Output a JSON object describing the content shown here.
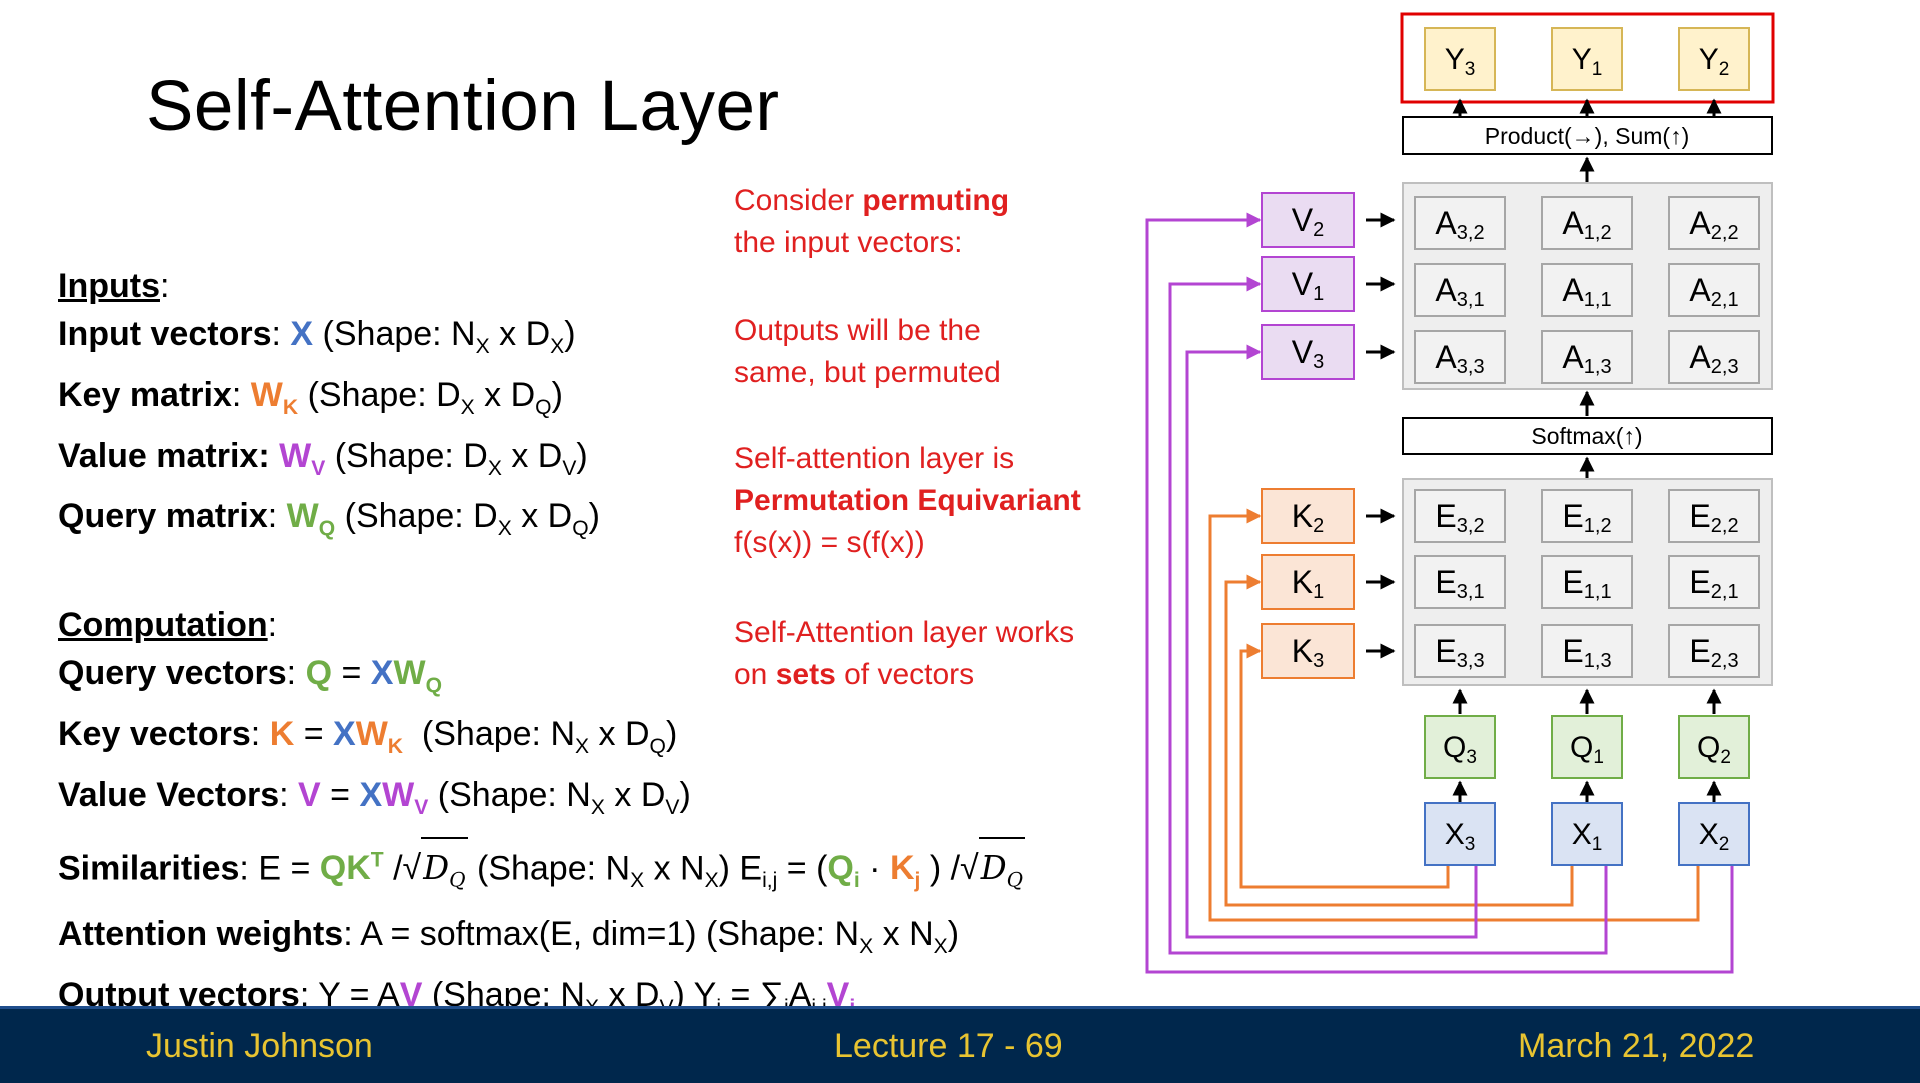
{
  "slide": {
    "title": "Self-Attention Layer"
  },
  "inputs": {
    "heading": "Inputs",
    "input_vectors": {
      "label": "Input vectors",
      "sym": "X",
      "shape_pre": "(Shape: N",
      "s1": "X",
      "mid": " x D",
      "s2": "X",
      "post": ")"
    },
    "key_matrix": {
      "label": "Key matrix",
      "sym": "W",
      "sub": "K",
      "shape_pre": "(Shape: D",
      "s1": "X",
      "mid": " x D",
      "s2": "Q",
      "post": ")"
    },
    "value_matrix": {
      "label": "Value matrix:",
      "sym": "W",
      "sub": "V",
      "shape_pre": "(Shape: D",
      "s1": "X",
      "mid": " x D",
      "s2": "V",
      "post": ")"
    },
    "query_matrix": {
      "label": "Query matrix",
      "sym": "W",
      "sub": "Q",
      "shape_pre": "(Shape: D",
      "s1": "X",
      "mid": " x D",
      "s2": "Q",
      "post": ")"
    }
  },
  "computation": {
    "heading": "Computation",
    "query_vectors": {
      "label": "Query vectors",
      "lhs": "Q",
      "eq": " = ",
      "x": "X",
      "w": "W",
      "sub": "Q"
    },
    "key_vectors": {
      "label": "Key vectors",
      "lhs": "K",
      "eq": " = ",
      "x": "X",
      "w": "W",
      "sub": "K",
      "shape_pre": "(Shape: N",
      "s1": "X",
      "mid": " x D",
      "s2": "Q",
      "post": ")"
    },
    "value_vectors": {
      "label": "Value Vectors",
      "lhs": "V",
      "eq": " = ",
      "x": "X",
      "w": "W",
      "sub": "V",
      "shape_pre": "(Shape: N",
      "s1": "X",
      "mid": " x D",
      "s2": "V",
      "post": ")"
    },
    "similarities": {
      "label": "Similarities",
      "eq": ": E = ",
      "qk": "QK",
      "t": "T",
      "slash": " /",
      "root": "D",
      "rootsub": "Q",
      "shape_pre": " (Shape: N",
      "s1": "X",
      "mid": " x N",
      "s2": "X",
      "post": ") E",
      "eij": "i,j",
      "eq2": " = (",
      "qi": "Q",
      "qisub": "i",
      "dot": " · ",
      "kj": "K",
      "kjsub": "j",
      "close": " ) /"
    },
    "attention": {
      "label": "Attention weights",
      "rest": ": A = softmax(E, dim=1)  (Shape: N",
      "s1": "X",
      "mid": " x N",
      "s2": "X",
      "post": ")"
    },
    "output": {
      "label": "Output vectors",
      "eq": ": Y = A",
      "v": "V",
      "shape_pre": " (Shape: N",
      "s1": "X",
      "mid": " x D",
      "s2": "V",
      "post": ") Y",
      "yi": "i",
      "eq2": " = ∑",
      "j": "j",
      "a": "A",
      "aij": "i,j",
      "vj": "V",
      "vjsub": "j"
    }
  },
  "notes": {
    "n1a": "Consider ",
    "n1b": "permuting",
    "n1c": "the input vectors:",
    "n2a": "Outputs will be the",
    "n2b": "same, but permuted",
    "n3a": "Self-attention layer is",
    "n3b": "Permutation Equivariant",
    "n3c": "f(s(x)) = s(f(x))",
    "n4a": "Self-Attention layer works",
    "n4b": "on ",
    "n4c": "sets",
    "n4d": " of vectors"
  },
  "diagram": {
    "outputs": [
      {
        "main": "Y",
        "sub": "3"
      },
      {
        "main": "Y",
        "sub": "1"
      },
      {
        "main": "Y",
        "sub": "2"
      }
    ],
    "product_label": "Product(→),   Sum(↑)",
    "softmax_label": "Softmax(↑)",
    "values": [
      {
        "main": "V",
        "sub": "2"
      },
      {
        "main": "V",
        "sub": "1"
      },
      {
        "main": "V",
        "sub": "3"
      }
    ],
    "keys": [
      {
        "main": "K",
        "sub": "2"
      },
      {
        "main": "K",
        "sub": "1"
      },
      {
        "main": "K",
        "sub": "3"
      }
    ],
    "queries": [
      {
        "main": "Q",
        "sub": "3"
      },
      {
        "main": "Q",
        "sub": "1"
      },
      {
        "main": "Q",
        "sub": "2"
      }
    ],
    "inputs": [
      {
        "main": "X",
        "sub": "3"
      },
      {
        "main": "X",
        "sub": "1"
      },
      {
        "main": "X",
        "sub": "2"
      }
    ],
    "A_grid": [
      [
        {
          "main": "A",
          "sub": "3,2"
        },
        {
          "main": "A",
          "sub": "1,2"
        },
        {
          "main": "A",
          "sub": "2,2"
        }
      ],
      [
        {
          "main": "A",
          "sub": "3,1"
        },
        {
          "main": "A",
          "sub": "1,1"
        },
        {
          "main": "A",
          "sub": "2,1"
        }
      ],
      [
        {
          "main": "A",
          "sub": "3,3"
        },
        {
          "main": "A",
          "sub": "1,3"
        },
        {
          "main": "A",
          "sub": "2,3"
        }
      ]
    ],
    "E_grid": [
      [
        {
          "main": "E",
          "sub": "3,2"
        },
        {
          "main": "E",
          "sub": "1,2"
        },
        {
          "main": "E",
          "sub": "2,2"
        }
      ],
      [
        {
          "main": "E",
          "sub": "3,1"
        },
        {
          "main": "E",
          "sub": "1,1"
        },
        {
          "main": "E",
          "sub": "2,1"
        }
      ],
      [
        {
          "main": "E",
          "sub": "3,3"
        },
        {
          "main": "E",
          "sub": "1,3"
        },
        {
          "main": "E",
          "sub": "2,3"
        }
      ]
    ],
    "colors": {
      "output_fill": "#fff2cc",
      "output_stroke": "#d6b656",
      "highlight": "#e00000",
      "value_fill": "#eadcf2",
      "value_stroke": "#b345d2",
      "key_fill": "#fbe5d6",
      "key_stroke": "#ed7d31",
      "query_fill": "#e2f0d9",
      "query_stroke": "#70ad47",
      "input_fill": "#dae3f3",
      "input_stroke": "#4472c4",
      "panel_fill": "#eeeeee",
      "panel_stroke": "#bfbfbf"
    }
  },
  "footer": {
    "author": "Justin Johnson",
    "lecture": "Lecture 17 -    69",
    "date": "March 21, 2022"
  }
}
